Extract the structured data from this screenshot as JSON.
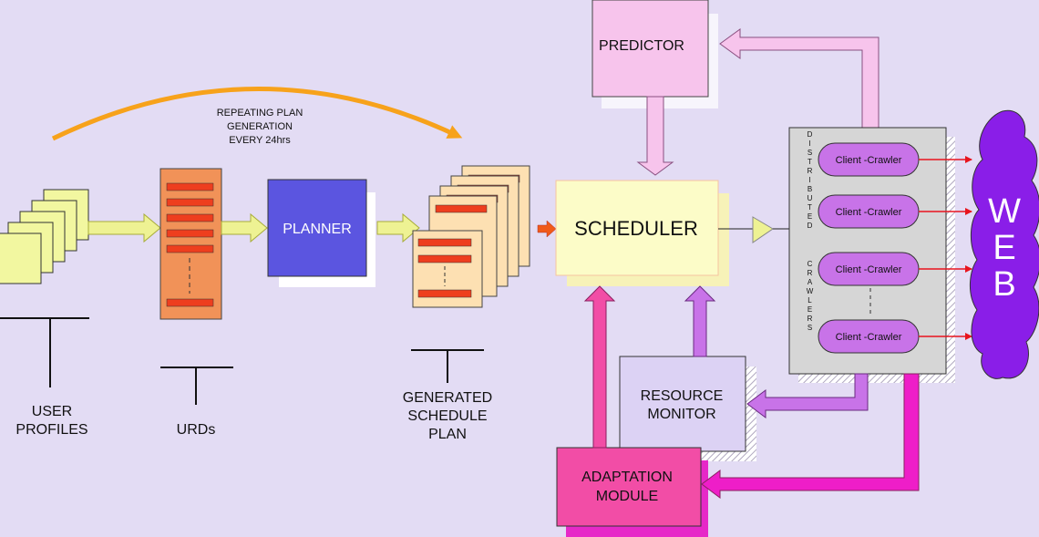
{
  "labels": {
    "repeating": [
      "REPEATING PLAN",
      "GENERATION",
      "EVERY 24hrs"
    ],
    "planner": "PLANNER",
    "scheduler": "SCHEDULER",
    "predictor": "PREDICTOR",
    "resource_monitor": [
      "RESOURCE",
      "MONITOR"
    ],
    "adaptation_module": [
      "ADAPTATION",
      "MODULE"
    ],
    "user_profiles": [
      "USER",
      "PROFILES"
    ],
    "urds": "URDs",
    "generated_schedule_plan": [
      "GENERATED",
      "SCHEDULE",
      "PLAN"
    ],
    "distributed_crawlers": [
      "D",
      "I",
      "S",
      "T",
      "R",
      "I",
      "B",
      "U",
      "T",
      "E",
      "D",
      "",
      "C",
      "R",
      "A",
      "W",
      "L",
      "E",
      "R",
      "S"
    ],
    "client_crawlers": [
      "Client -Crawler",
      "Client -Crawler",
      "Client -Crawler",
      "Client -Crawler"
    ],
    "web": [
      "W",
      "E",
      "B"
    ]
  }
}
